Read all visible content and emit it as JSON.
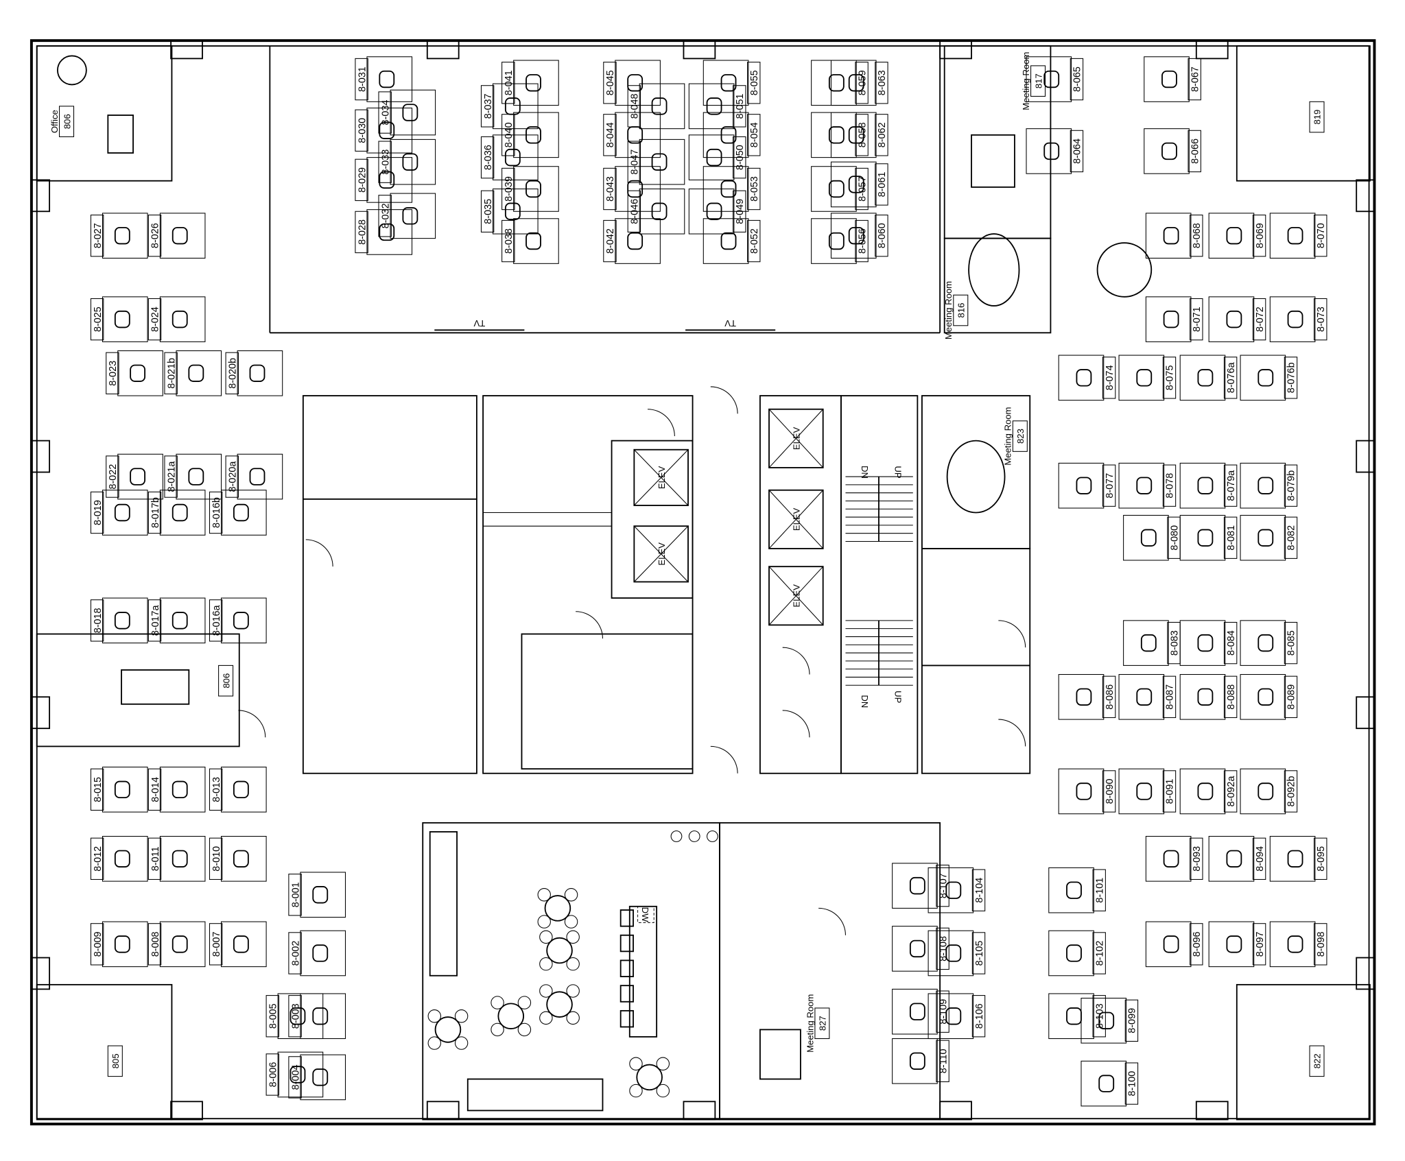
{
  "plan": {
    "seats": [
      "8-001",
      "8-002",
      "8-003",
      "8-004",
      "8-005",
      "8-006",
      "8-007",
      "8-008",
      "8-009",
      "8-010",
      "8-011",
      "8-012",
      "8-013",
      "8-014",
      "8-015",
      "8-016a",
      "8-016b",
      "8-017a",
      "8-017b",
      "8-018",
      "8-019",
      "8-020a",
      "8-020b",
      "8-021a",
      "8-021b",
      "8-022",
      "8-023",
      "8-024",
      "8-025",
      "8-026",
      "8-027",
      "8-028",
      "8-029",
      "8-030",
      "8-031",
      "8-032",
      "8-033",
      "8-034",
      "8-035",
      "8-036",
      "8-037",
      "8-038",
      "8-039",
      "8-040",
      "8-041",
      "8-042",
      "8-043",
      "8-044",
      "8-045",
      "8-046",
      "8-047",
      "8-048",
      "8-049",
      "8-050",
      "8-051",
      "8-052",
      "8-053",
      "8-054",
      "8-055",
      "8-056",
      "8-057",
      "8-058",
      "8-059",
      "8-060",
      "8-061",
      "8-062",
      "8-063",
      "8-064",
      "8-065",
      "8-066",
      "8-067",
      "8-068",
      "8-069",
      "8-070",
      "8-071",
      "8-072",
      "8-073",
      "8-074",
      "8-075",
      "8-076a",
      "8-076b",
      "8-077",
      "8-078",
      "8-079a",
      "8-079b",
      "8-080",
      "8-081",
      "8-082",
      "8-083",
      "8-084",
      "8-085",
      "8-086",
      "8-087",
      "8-088",
      "8-089",
      "8-090",
      "8-091",
      "8-092a",
      "8-092b",
      "8-093",
      "8-094",
      "8-095",
      "8-096",
      "8-097",
      "8-098",
      "8-099",
      "8-100",
      "8-101",
      "8-102",
      "8-103",
      "8-104",
      "8-105",
      "8-106",
      "8-107",
      "8-108",
      "8-109",
      "8-110"
    ],
    "rooms": [
      {
        "name": "Office",
        "number": "806"
      },
      {
        "name": "",
        "number": "806"
      },
      {
        "name": "",
        "number": "805"
      },
      {
        "name": "Meeting Room",
        "number": "817"
      },
      {
        "name": "",
        "number": "819"
      },
      {
        "name": "Meeting Room",
        "number": "816"
      },
      {
        "name": "Meeting Room",
        "number": "823"
      },
      {
        "name": "Meeting Room",
        "number": "827"
      },
      {
        "name": "",
        "number": "822"
      }
    ],
    "elevator_label": "ELEV",
    "stair_labels": [
      "DN",
      "UP",
      "DN",
      "UP"
    ],
    "tv_label": "TV",
    "dishwasher_label": "DW",
    "line_color": "#000000",
    "background_color": "#ffffff"
  }
}
